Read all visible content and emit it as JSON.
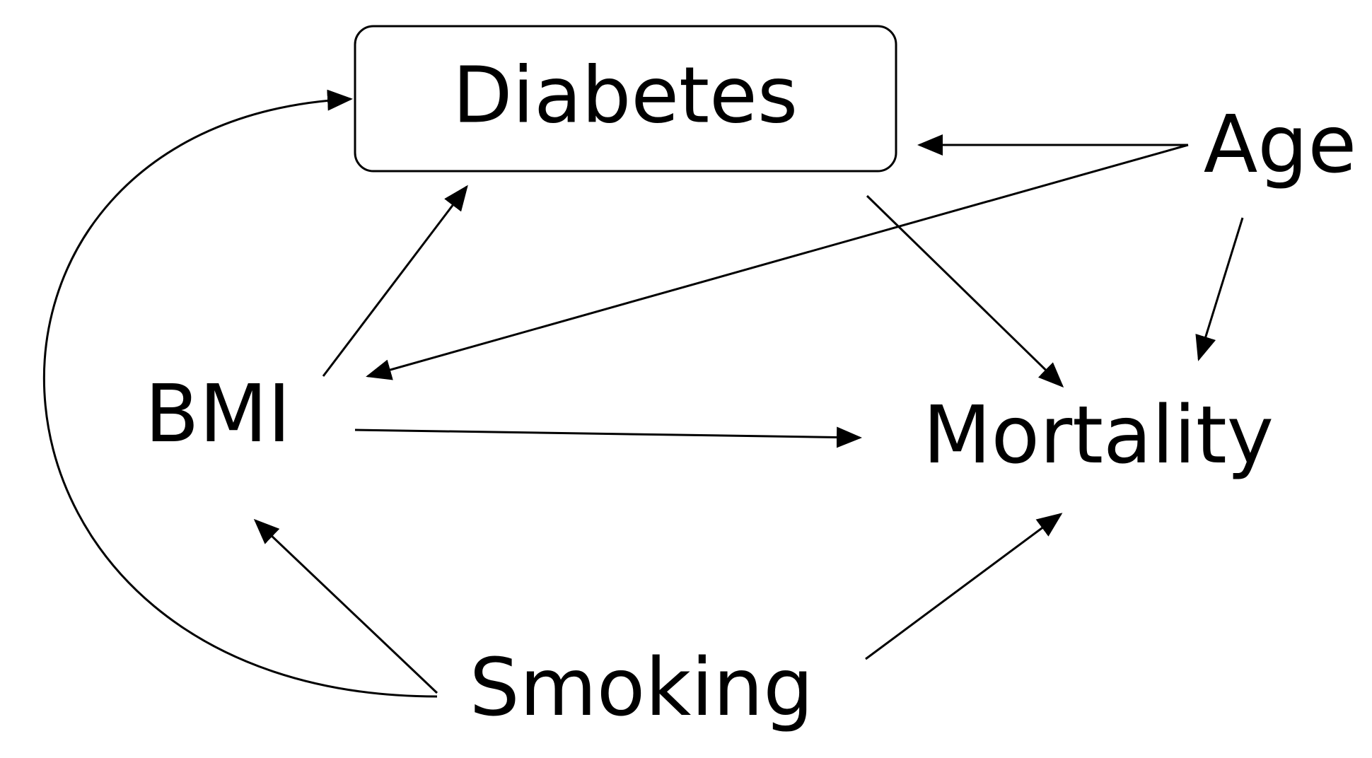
{
  "nodes": {
    "diabetes": {
      "label": "Diabetes",
      "boxed": true
    },
    "age": {
      "label": "Age",
      "boxed": false
    },
    "bmi": {
      "label": "BMI",
      "boxed": false
    },
    "mortality": {
      "label": "Mortality",
      "boxed": false
    },
    "smoking": {
      "label": "Smoking",
      "boxed": false
    }
  },
  "edges": [
    {
      "from": "age",
      "to": "diabetes"
    },
    {
      "from": "age",
      "to": "bmi"
    },
    {
      "from": "age",
      "to": "mortality"
    },
    {
      "from": "bmi",
      "to": "diabetes"
    },
    {
      "from": "bmi",
      "to": "mortality"
    },
    {
      "from": "diabetes",
      "to": "mortality"
    },
    {
      "from": "smoking",
      "to": "bmi"
    },
    {
      "from": "smoking",
      "to": "diabetes"
    },
    {
      "from": "smoking",
      "to": "mortality"
    }
  ],
  "colors": {
    "stroke": "#000000",
    "text": "#000000",
    "background": "#ffffff"
  }
}
